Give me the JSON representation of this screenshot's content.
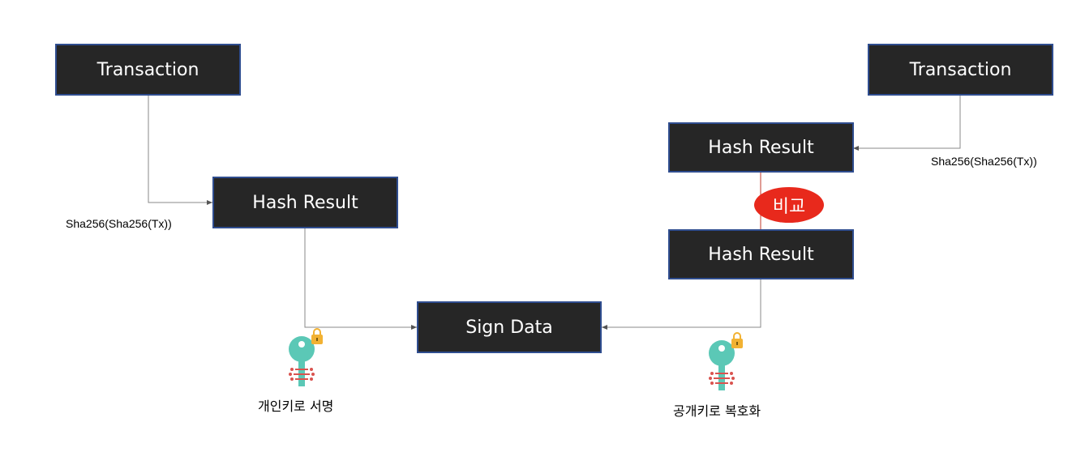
{
  "boxes": {
    "left_transaction": "Transaction",
    "left_hash_result": "Hash Result",
    "sign_data": "Sign Data",
    "right_transaction": "Transaction",
    "right_hash_result_top": "Hash Result",
    "right_hash_result_bottom": "Hash Result"
  },
  "labels": {
    "left_hash_formula": "Sha256(Sha256(Tx))",
    "right_hash_formula": "Sha256(Sha256(Tx))",
    "compare": "비교",
    "private_key_sign": "개인키로 서명",
    "public_key_decrypt": "공개키로 복호화"
  },
  "icons": {
    "private_key": "key-lock-icon",
    "public_key": "key-lock-icon"
  },
  "colors": {
    "box_fill": "#262626",
    "box_border": "#2f4d8f",
    "compare_bubble": "#e8291c",
    "key": "#5bc8b6",
    "lock": "#f2b233",
    "circuit": "#d9534f"
  }
}
